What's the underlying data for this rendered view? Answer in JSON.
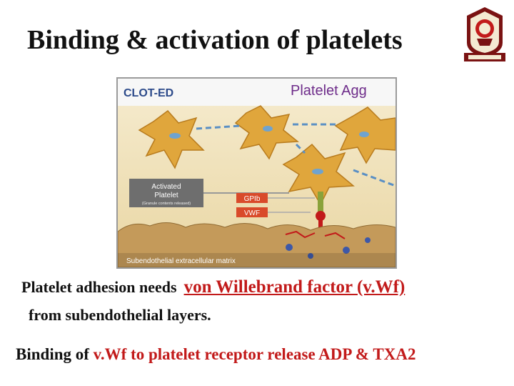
{
  "slide": {
    "title": "Binding & activation of platelets"
  },
  "logo": {
    "icon": "university-emblem-icon",
    "colors": {
      "maroon": "#7a1212",
      "cream": "#f4ead2",
      "red": "#c21a1a"
    }
  },
  "figure": {
    "brand": "CLOT-ED",
    "header": "Platelet Agg",
    "callouts": {
      "activated_platelet": "Activated",
      "activated_platelet_line2": "Platelet",
      "granule_note": "(Granule contents released)",
      "gpib": "GPIb",
      "vwf": "VWF"
    },
    "matrix_label": "Subendothelial extracellular matrix",
    "colors": {
      "platelet": "#e0a63c",
      "tag": "#d94a2a",
      "callout_box": "#6e6e6e",
      "header_bg": "#f7f7f7"
    }
  },
  "text": {
    "para1_prefix": "Platelet adhesion needs",
    "para1_highlight": "von Willebrand factor (v.Wf)",
    "para1_line2": "from subendothelial layers.",
    "para2_prefix": "Binding of",
    "para2_highlight": "v.Wf to platelet receptor release ADP & TXA2"
  }
}
